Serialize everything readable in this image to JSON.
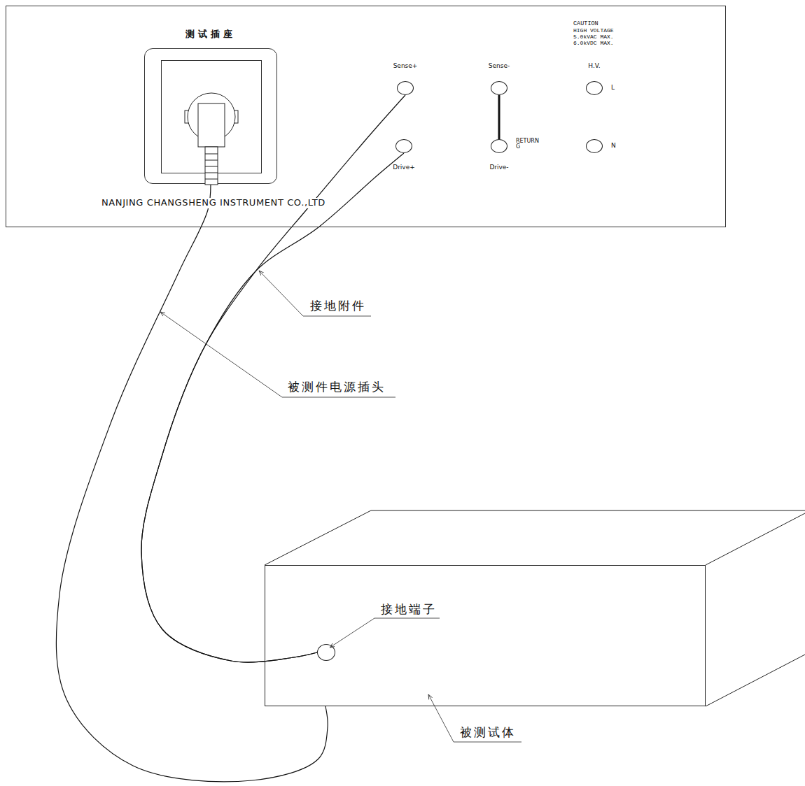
{
  "diagram": {
    "nodes": [
      {
        "text": [
          "NANJING CHANGSHENG INSTRUMENT CO.,LTD"
        ]
      },
      {
        "text": [
          "测试插座"
        ],
        "in": 0
      },
      {
        "text": [
          "Sense+"
        ],
        "in": 0
      },
      {
        "text": [
          "Drive+"
        ],
        "in": 0
      },
      {
        "text": [
          "Sense-"
        ],
        "in": 0
      },
      {
        "text": [
          "Drive-",
          "RETURN G"
        ],
        "in": 0
      },
      {
        "text": [
          "H.V.",
          "L"
        ],
        "in": 0
      },
      {
        "text": [
          "N"
        ],
        "in": 0
      },
      {
        "text": [
          "被测试体"
        ]
      },
      {
        "text": [
          "接地端子"
        ],
        "in": 8
      }
    ],
    "edges": [
      {
        "from": 1,
        "to": 8,
        "arrow": "none"
      },
      {
        "from": 2,
        "to": 9,
        "arrow": "none"
      },
      {
        "from": 3,
        "to": 9,
        "arrow": "none"
      },
      {
        "from": 4,
        "to": 5,
        "arrow": "none"
      }
    ],
    "labels": [
      "CAUTION",
      "HIGH VOLTAGE",
      "5.0kVAC MAX.",
      "6.0kVDC MAX.",
      "接地附件",
      "被测件电源插头"
    ]
  }
}
